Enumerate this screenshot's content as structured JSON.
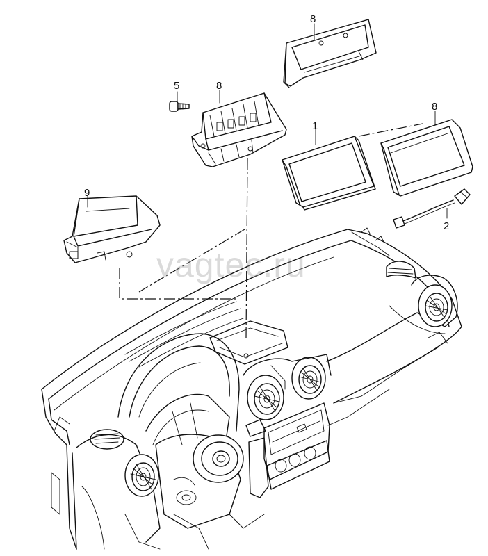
{
  "watermark": "vagtec.ru",
  "callouts": [
    {
      "id": "callout-8-top",
      "text": "8"
    },
    {
      "id": "callout-5",
      "text": "5"
    },
    {
      "id": "callout-8-mid",
      "text": "8"
    },
    {
      "id": "callout-1",
      "text": "1"
    },
    {
      "id": "callout-8-right",
      "text": "8"
    },
    {
      "id": "callout-9",
      "text": "9"
    },
    {
      "id": "callout-2",
      "text": "2"
    }
  ],
  "parts": [
    {
      "ref": "1",
      "name": "display-screen"
    },
    {
      "ref": "2",
      "name": "connecting-cable"
    },
    {
      "ref": "5",
      "name": "screw"
    },
    {
      "ref": "8",
      "name": "display-bracket"
    },
    {
      "ref": "9",
      "name": "storage-tray"
    }
  ]
}
